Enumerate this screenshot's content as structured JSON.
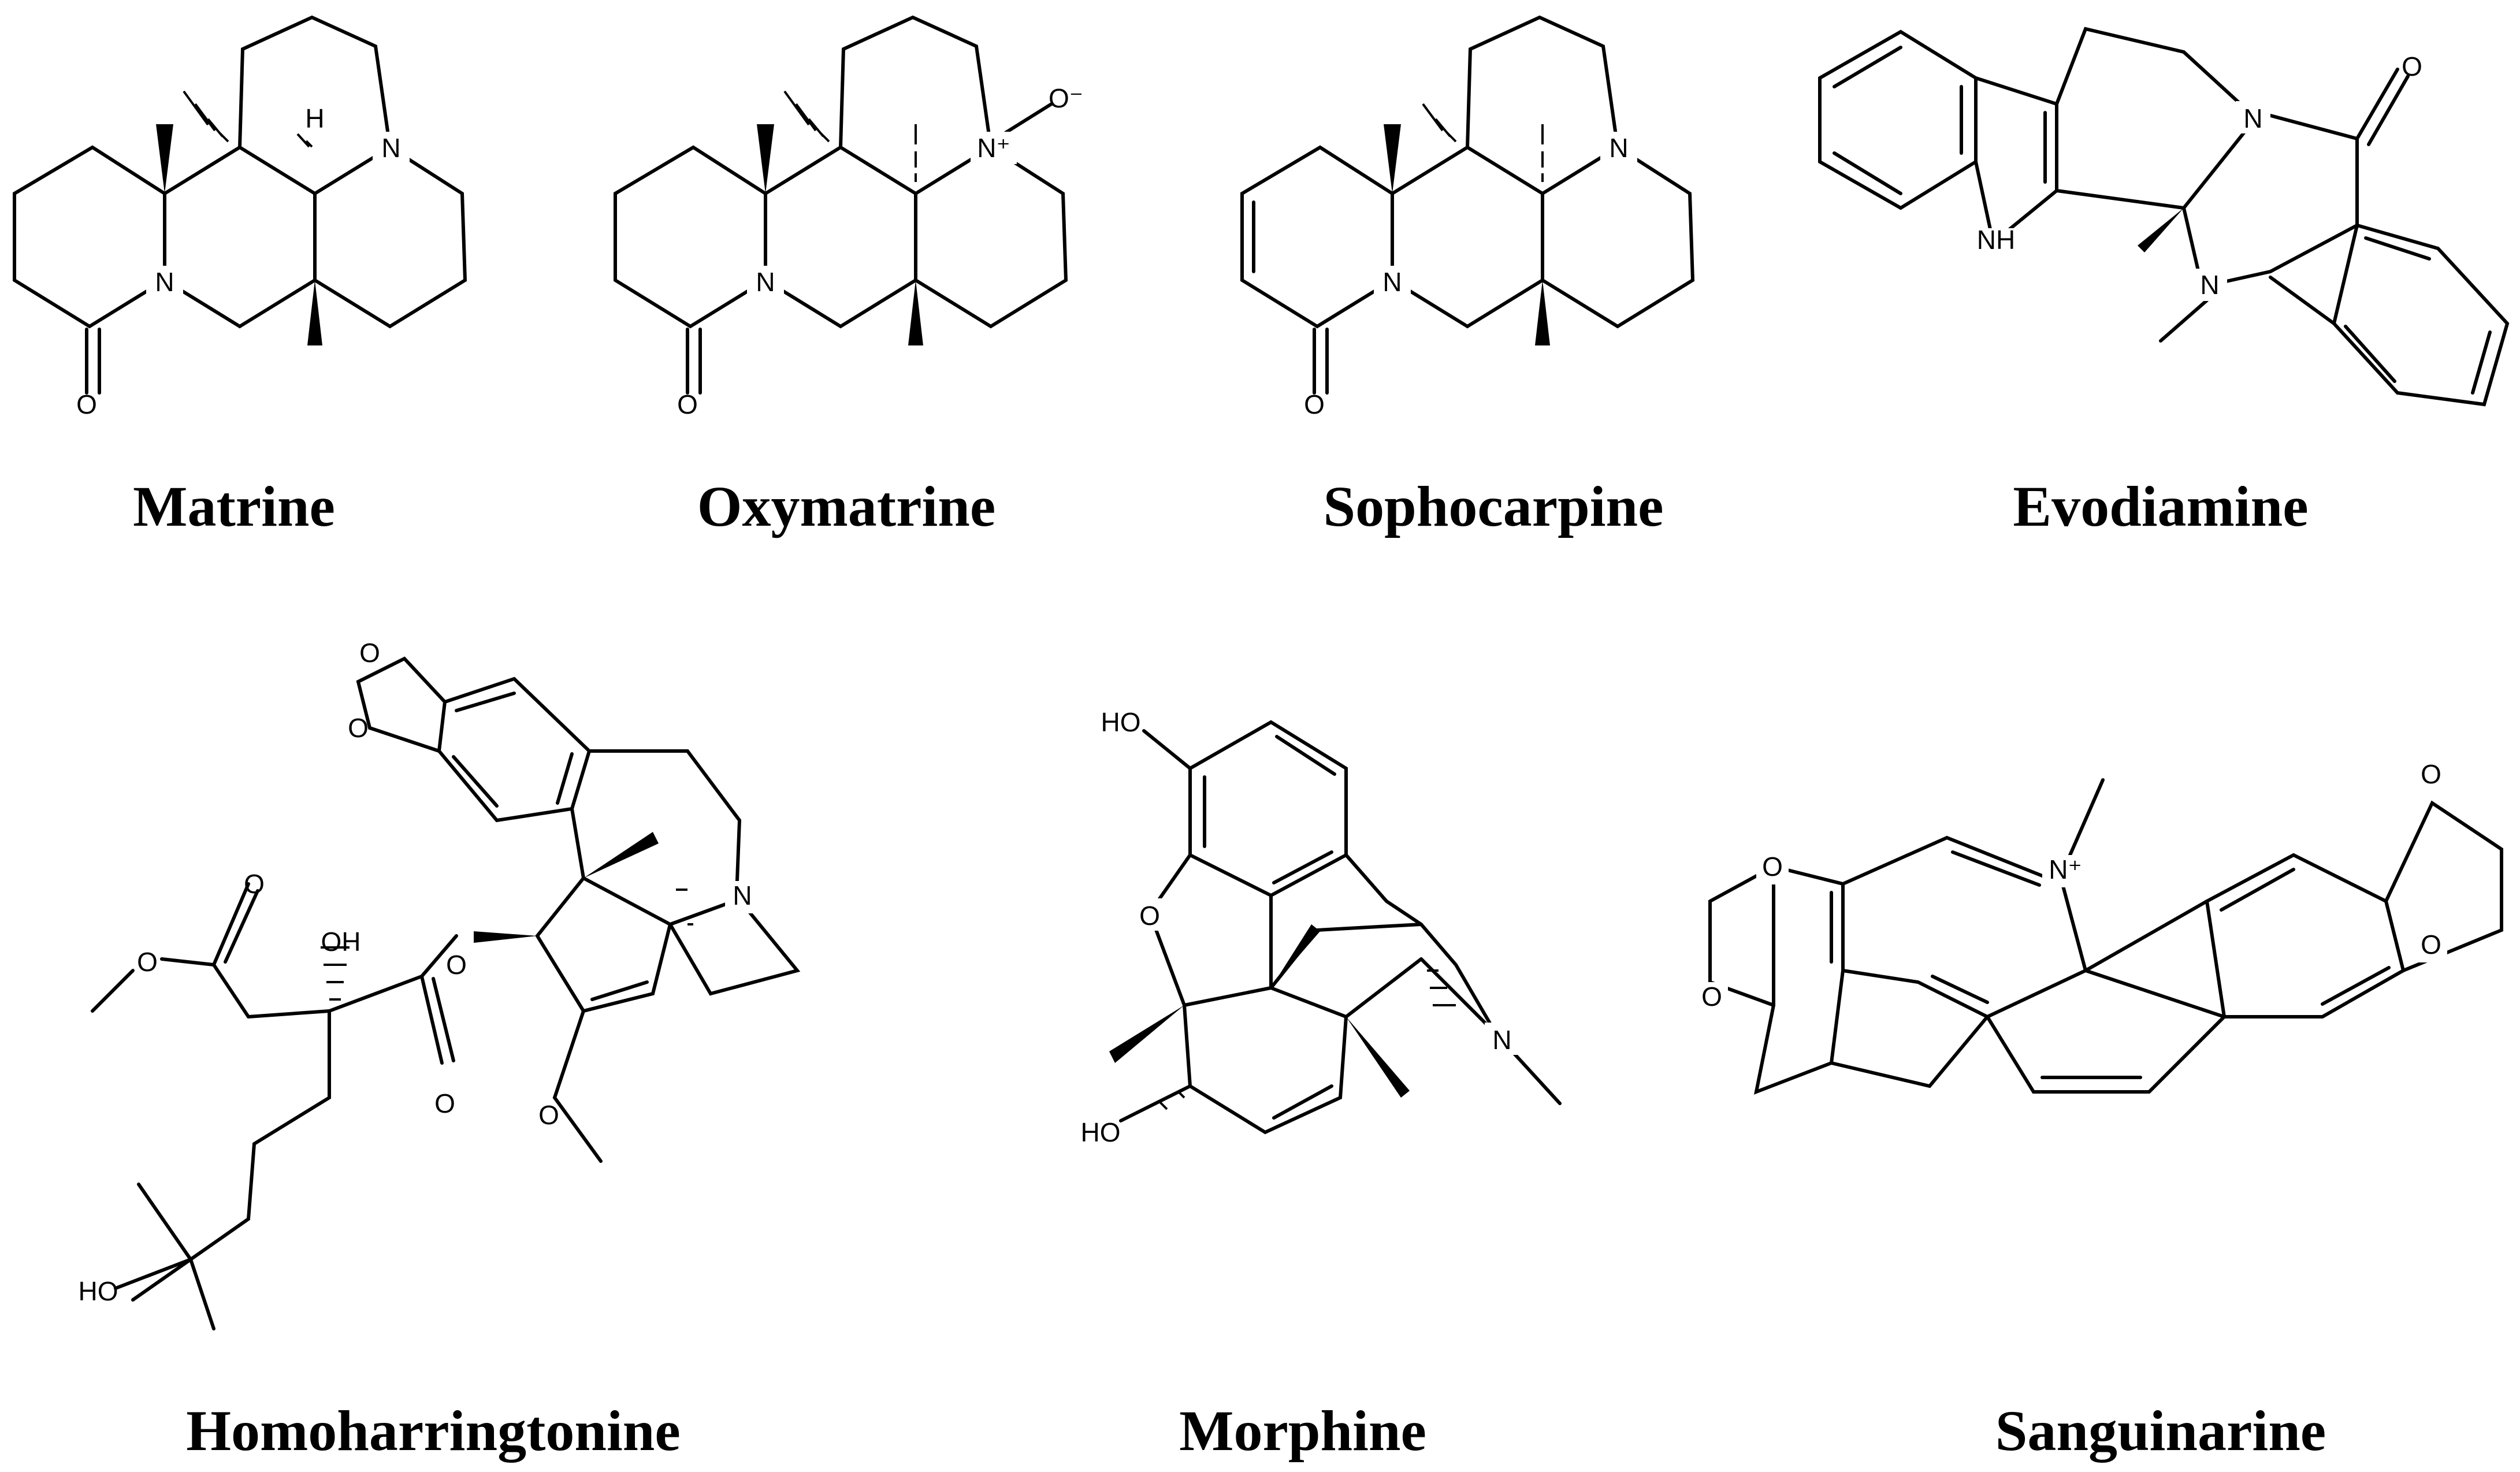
{
  "compounds": [
    {
      "id": "matrine",
      "name": "Matrine"
    },
    {
      "id": "oxymatrine",
      "name": "Oxymatrine"
    },
    {
      "id": "sophocarpine",
      "name": "Sophocarpine"
    },
    {
      "id": "evodiamine",
      "name": "Evodiamine"
    },
    {
      "id": "homoharringtonine",
      "name": "Homoharringtonine"
    },
    {
      "id": "morphine",
      "name": "Morphine"
    },
    {
      "id": "sanguinarine",
      "name": "Sanguinarine"
    }
  ],
  "atom_labels": {
    "N": "N",
    "O": "O",
    "H": "H",
    "NH": "NH",
    "HO": "HO",
    "OH": "OH",
    "N_plus": "N⁺",
    "O_minus": "O⁻"
  }
}
